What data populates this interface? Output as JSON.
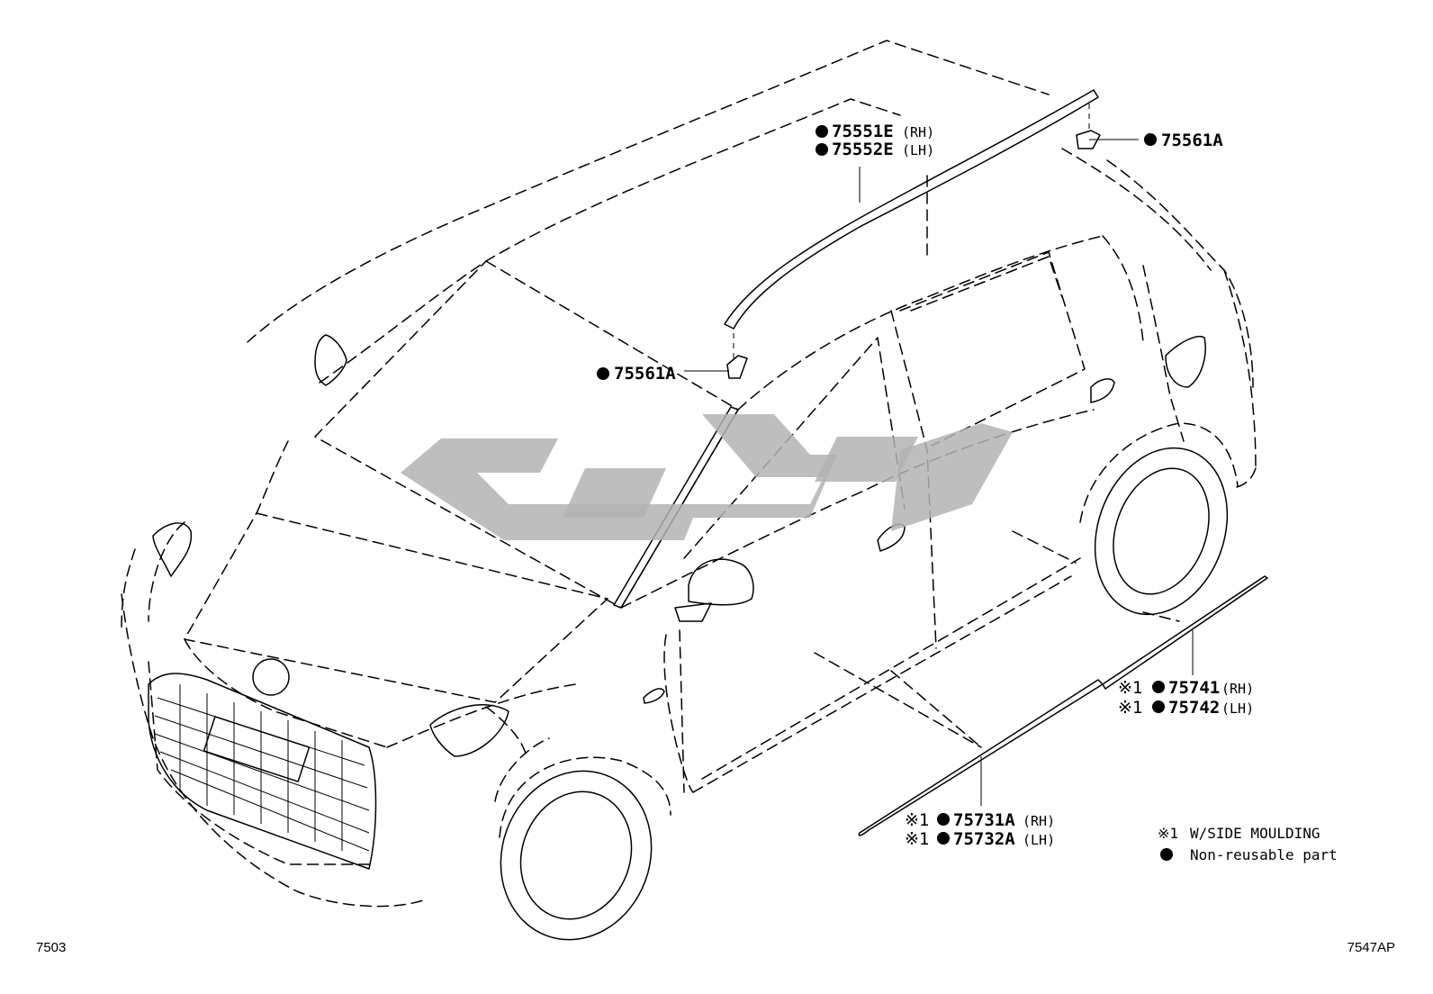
{
  "callouts": [
    {
      "id": "roof-rh",
      "mark": "●",
      "prefix": "",
      "part": "75551E",
      "side": "(RH)"
    },
    {
      "id": "roof-lh",
      "mark": "●",
      "prefix": "",
      "part": "75552E",
      "side": "(LH)"
    },
    {
      "id": "clip-rear",
      "mark": "●",
      "prefix": "",
      "part": "75561A",
      "side": ""
    },
    {
      "id": "clip-front",
      "mark": "●",
      "prefix": "",
      "part": "75561A",
      "side": ""
    },
    {
      "id": "rear-rh",
      "mark": "●",
      "prefix": "※1",
      "part": "75741",
      "side": "(RH)"
    },
    {
      "id": "rear-lh",
      "mark": "●",
      "prefix": "※1",
      "part": "75742",
      "side": "(LH)"
    },
    {
      "id": "front-rh",
      "mark": "●",
      "prefix": "※1",
      "part": "75731A",
      "side": "(RH)"
    },
    {
      "id": "front-lh",
      "mark": "●",
      "prefix": "※1",
      "part": "75732A",
      "side": "(LH)"
    }
  ],
  "legend": [
    {
      "symbol": "※1",
      "text": "W/SIDE MOULDING"
    },
    {
      "symbol": "●",
      "text": "Non-reusable part"
    }
  ],
  "footer": {
    "left_code": "7503",
    "right_code": "7547AP"
  }
}
